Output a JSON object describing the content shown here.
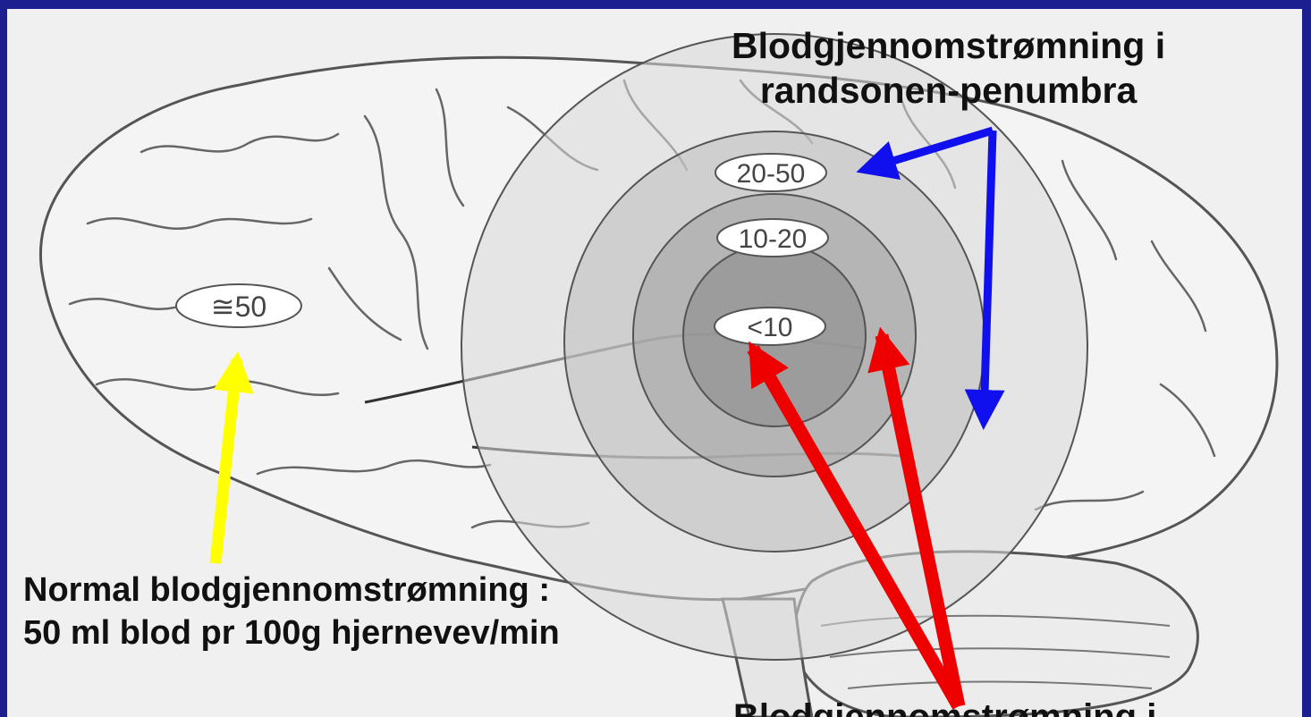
{
  "colors": {
    "background": "#1b1f8f",
    "panel": "#f0f0f0",
    "outer_zone": "#d8d8d8",
    "middle_zone": "#bdbdbd",
    "inner_zone": "#a3a3a3",
    "core_zone": "#8c8c8c",
    "arrow_blue": "#1010ee",
    "arrow_yellow": "#ffff00",
    "arrow_red": "#ee0000"
  },
  "zones": [
    {
      "label": "≅50"
    },
    {
      "label": "20-50"
    },
    {
      "label": "10-20"
    },
    {
      "label": "<10"
    }
  ],
  "penumbra_title": {
    "line1": "Blodgjennomstrømning i",
    "line2": "randsonen-penumbra"
  },
  "normal_text": {
    "line1": "Normal blodgjennomstrømning :",
    "line2": "50 ml blod pr 100g hjernevev/min"
  },
  "bottom_text": "Blodgjennomstrømning i"
}
